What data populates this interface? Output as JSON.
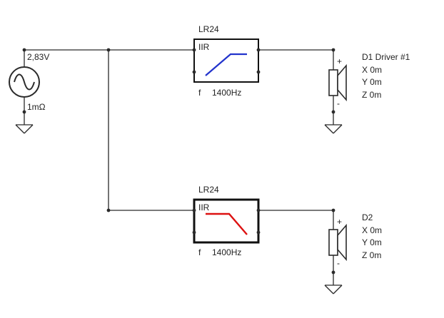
{
  "colors": {
    "wire": "#2a2a2a",
    "highpass_curve": "#2233cc",
    "lowpass_curve": "#dd1111",
    "selection": "#1f6fc4",
    "background": "#ffffff"
  },
  "source": {
    "voltage": "2,83V",
    "impedance": "1mΩ",
    "icon": "sine-wave-icon"
  },
  "filters": [
    {
      "title": "LR24",
      "type_label": "IIR",
      "freq_prefix": "f",
      "freq_value": "1400Hz",
      "response": "highpass",
      "selected": false
    },
    {
      "title": "LR24",
      "type_label": "IIR",
      "freq_prefix": "f",
      "freq_value": "1400Hz",
      "response": "lowpass",
      "selected": true
    }
  ],
  "drivers": [
    {
      "name": "D1 Driver #1",
      "x": "X 0m",
      "y": "Y 0m",
      "z": "Z 0m",
      "plus": "+",
      "minus": "-",
      "icon": "speaker-icon"
    },
    {
      "name": "D2",
      "x": "X 0m",
      "y": "Y 0m",
      "z": "Z 0m",
      "plus": "+",
      "minus": "-",
      "icon": "speaker-icon"
    }
  ],
  "ground_icon": "ground-icon"
}
